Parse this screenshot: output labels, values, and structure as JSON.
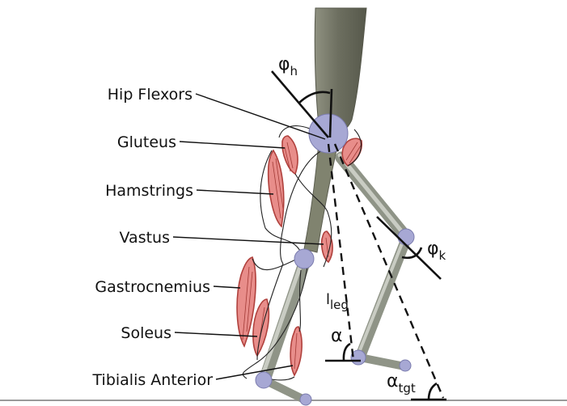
{
  "labels": {
    "hip_flexors": "Hip Flexors",
    "gluteus": "Gluteus",
    "hamstrings": "Hamstrings",
    "vastus": "Vastus",
    "gastrocnemius": "Gastrocnemius",
    "soleus": "Soleus",
    "tibialis_anterior": "Tibialis Anterior"
  },
  "symbols": {
    "phi": "φ",
    "hip_sub": "h",
    "knee_sub": "k",
    "leg_l": "l",
    "leg_sub": "leg",
    "alpha": "α",
    "alpha_tgt_sub": "tgt"
  },
  "colors": {
    "muscle": "#e88d8a",
    "joint": "#a7a8d4",
    "bone": "#8f9487",
    "torso": "#6f7163"
  }
}
